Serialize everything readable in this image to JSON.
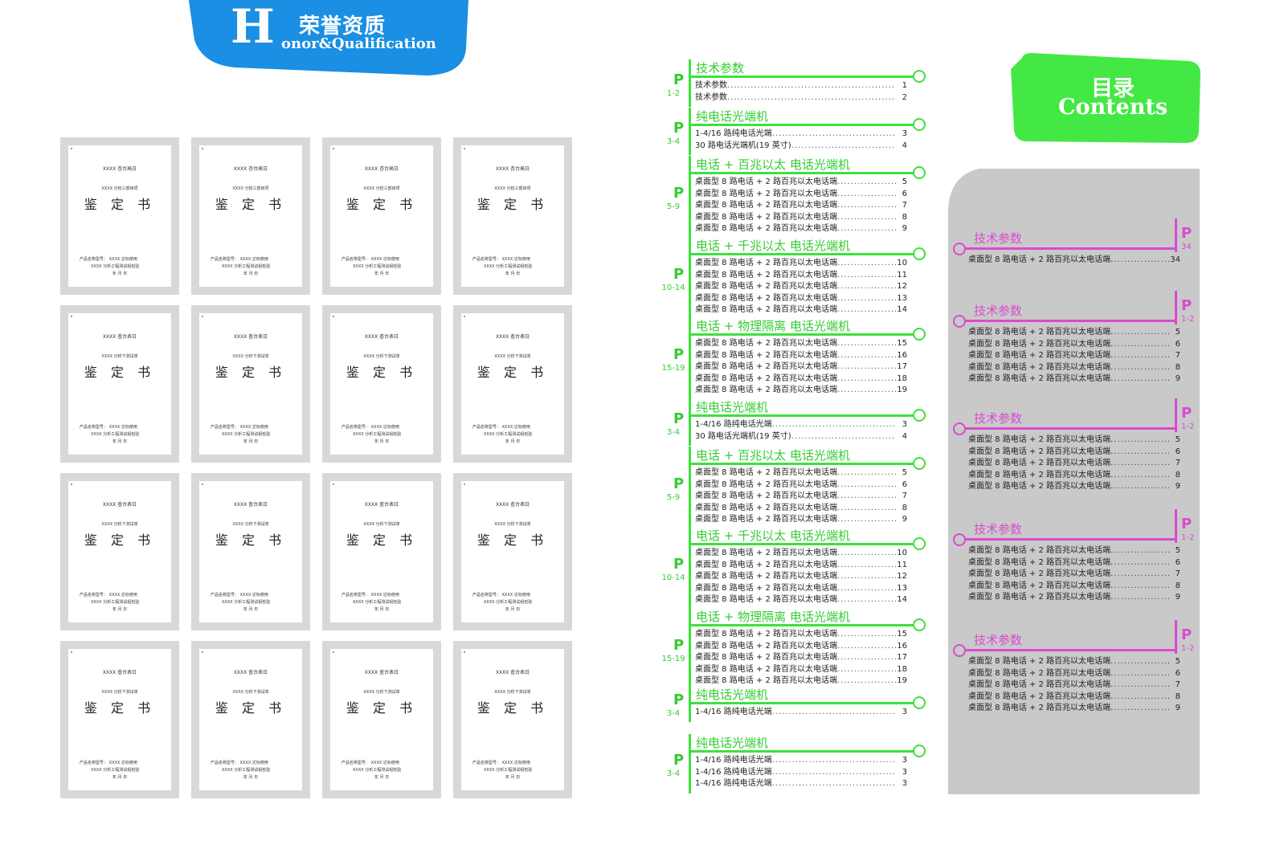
{
  "header": {
    "big_letter": "H",
    "title_cn": "荣誉资质",
    "title_en": "onor&Qualification",
    "banner_color": "#1a8fe3"
  },
  "certificates": {
    "title": "鉴 定 书",
    "rows": [
      {
        "org": "XXXX  杏台高日",
        "sub": "XXXX 分检三部目项",
        "f1": "产品名称型号：      XXXX     达标使用",
        "f2": "XXXX  分析工程测试组检验",
        "f3": "年  月  日"
      },
      {
        "org": "XXXX  查台表日",
        "sub": "XXXX  分析下测试单",
        "f1": "产品名称型号：      XXXX     达标使用",
        "f2": "XXXX  分析工程测试组检验",
        "f3": "年  月  日"
      },
      {
        "org": "XXXX  查台表日",
        "sub": "XXXX  分析下测试单",
        "f1": "产品名称型号：      XXXX     达标使用",
        "f2": "XXXX  分析工程测试组检验",
        "f3": "年  月  日"
      },
      {
        "org": "XXXX  查台表日",
        "sub": "XXXX  分析下测试单",
        "f1": "产品名称型号：      XXXX     达标使用",
        "f2": "XXXX  分析工程测试组检验",
        "f3": "年  月  日"
      }
    ]
  },
  "toc_mid": [
    {
      "title": "技术参数",
      "p": "P",
      "range": "1-2",
      "items": [
        {
          "t": "技术参数",
          "n": "1"
        },
        {
          "t": "技术参数",
          "n": "2"
        }
      ]
    },
    {
      "title": "纯电话光端机",
      "p": "P",
      "range": "3-4",
      "items": [
        {
          "t": "1-4/16 路纯电话光端",
          "n": "3"
        },
        {
          "t": "30 路电话光端机(19 英寸)",
          "n": "4"
        }
      ]
    },
    {
      "title": "电话 + 百兆以太 电话光端机",
      "p": "P",
      "range": "5-9",
      "items": [
        {
          "t": "桌面型 8 路电话 + 2 路百兆以太电话端",
          "n": "5"
        },
        {
          "t": "桌面型 8 路电话 + 2 路百兆以太电话端",
          "n": "6"
        },
        {
          "t": "桌面型 8 路电话 + 2 路百兆以太电话端",
          "n": "7"
        },
        {
          "t": "桌面型 8 路电话 + 2 路百兆以太电话端",
          "n": "8"
        },
        {
          "t": "桌面型 8 路电话 + 2 路百兆以太电话端",
          "n": "9"
        }
      ]
    },
    {
      "title": "电话 + 千兆以太 电话光端机",
      "p": "P",
      "range": "10-14",
      "items": [
        {
          "t": "桌面型 8 路电话 + 2 路百兆以太电话端",
          "n": "10"
        },
        {
          "t": "桌面型 8 路电话 + 2 路百兆以太电话端",
          "n": "11"
        },
        {
          "t": "桌面型 8 路电话 + 2 路百兆以太电话端",
          "n": "12"
        },
        {
          "t": "桌面型 8 路电话 + 2 路百兆以太电话端",
          "n": "13"
        },
        {
          "t": "桌面型 8 路电话 + 2 路百兆以太电话端",
          "n": "14"
        }
      ]
    },
    {
      "title": "电话 + 物理隔离 电话光端机",
      "p": "P",
      "range": "15-19",
      "items": [
        {
          "t": "桌面型 8 路电话 + 2 路百兆以太电话端",
          "n": "15"
        },
        {
          "t": "桌面型 8 路电话 + 2 路百兆以太电话端",
          "n": "16"
        },
        {
          "t": "桌面型 8 路电话 + 2 路百兆以太电话端",
          "n": "17"
        },
        {
          "t": "桌面型 8 路电话 + 2 路百兆以太电话端",
          "n": "18"
        },
        {
          "t": "桌面型 8 路电话 + 2 路百兆以太电话端",
          "n": "19"
        }
      ]
    },
    {
      "title": "纯电话光端机",
      "p": "P",
      "range": "3-4",
      "items": [
        {
          "t": "1-4/16 路纯电话光端",
          "n": "3"
        },
        {
          "t": "30 路电话光端机(19 英寸)",
          "n": "4"
        }
      ]
    },
    {
      "title": "电话 + 百兆以太 电话光端机",
      "p": "P",
      "range": "5-9",
      "items": [
        {
          "t": "桌面型 8 路电话 + 2 路百兆以太电话端",
          "n": "5"
        },
        {
          "t": "桌面型 8 路电话 + 2 路百兆以太电话端",
          "n": "6"
        },
        {
          "t": "桌面型 8 路电话 + 2 路百兆以太电话端",
          "n": "7"
        },
        {
          "t": "桌面型 8 路电话 + 2 路百兆以太电话端",
          "n": "8"
        },
        {
          "t": "桌面型 8 路电话 + 2 路百兆以太电话端",
          "n": "9"
        }
      ]
    },
    {
      "title": "电话 + 千兆以太 电话光端机",
      "p": "P",
      "range": "10-14",
      "items": [
        {
          "t": "桌面型 8 路电话 + 2 路百兆以太电话端",
          "n": "10"
        },
        {
          "t": "桌面型 8 路电话 + 2 路百兆以太电话端",
          "n": "11"
        },
        {
          "t": "桌面型 8 路电话 + 2 路百兆以太电话端",
          "n": "12"
        },
        {
          "t": "桌面型 8 路电话 + 2 路百兆以太电话端",
          "n": "13"
        },
        {
          "t": "桌面型 8 路电话 + 2 路百兆以太电话端",
          "n": "14"
        }
      ]
    },
    {
      "title": "电话 + 物理隔离 电话光端机",
      "p": "P",
      "range": "15-19",
      "items": [
        {
          "t": "桌面型 8 路电话 + 2 路百兆以太电话端",
          "n": "15"
        },
        {
          "t": "桌面型 8 路电话 + 2 路百兆以太电话端",
          "n": "16"
        },
        {
          "t": "桌面型 8 路电话 + 2 路百兆以太电话端",
          "n": "17"
        },
        {
          "t": "桌面型 8 路电话 + 2 路百兆以太电话端",
          "n": "18"
        },
        {
          "t": "桌面型 8 路电话 + 2 路百兆以太电话端",
          "n": "19"
        }
      ]
    },
    {
      "title": "纯电话光端机",
      "p": "P",
      "range": "3-4",
      "items": [
        {
          "t": "1-4/16 路纯电话光端",
          "n": "3"
        }
      ]
    },
    {
      "title": "纯电话光端机",
      "p": "P",
      "range": "3-4",
      "items": [
        {
          "t": "1-4/16 路纯电话光端",
          "n": "3"
        },
        {
          "t": "1-4/16 路纯电话光端",
          "n": "3"
        },
        {
          "t": "1-4/16 路纯电话光端",
          "n": "3"
        }
      ]
    }
  ],
  "contents_tag": {
    "title_cn": "目录",
    "title_en": "Contents",
    "color": "#44e844"
  },
  "toc_right": [
    {
      "title": "技术参数",
      "p": "P",
      "range": "34",
      "items": [
        {
          "t": "桌面型 8 路电话 + 2 路百兆以太电话端",
          "n": "34"
        }
      ]
    },
    {
      "title": "技术参数",
      "p": "P",
      "range": "1-2",
      "items": [
        {
          "t": "桌面型 8 路电话 + 2 路百兆以太电话端",
          "n": "5"
        },
        {
          "t": "桌面型 8 路电话 + 2 路百兆以太电话端",
          "n": "6"
        },
        {
          "t": "桌面型 8 路电话 + 2 路百兆以太电话端",
          "n": "7"
        },
        {
          "t": "桌面型 8 路电话 + 2 路百兆以太电话端",
          "n": "8"
        },
        {
          "t": "桌面型 8 路电话 + 2 路百兆以太电话端",
          "n": "9"
        }
      ]
    },
    {
      "title": "技术参数",
      "p": "P",
      "range": "1-2",
      "items": [
        {
          "t": "桌面型 8 路电话 + 2 路百兆以太电话端",
          "n": "5"
        },
        {
          "t": "桌面型 8 路电话 + 2 路百兆以太电话端",
          "n": "6"
        },
        {
          "t": "桌面型 8 路电话 + 2 路百兆以太电话端",
          "n": "7"
        },
        {
          "t": "桌面型 8 路电话 + 2 路百兆以太电话端",
          "n": "8"
        },
        {
          "t": "桌面型 8 路电话 + 2 路百兆以太电话端",
          "n": "9"
        }
      ]
    },
    {
      "title": "技术参数",
      "p": "P",
      "range": "1-2",
      "items": [
        {
          "t": "桌面型 8 路电话 + 2 路百兆以太电话端",
          "n": "5"
        },
        {
          "t": "桌面型 8 路电话 + 2 路百兆以太电话端",
          "n": "6"
        },
        {
          "t": "桌面型 8 路电话 + 2 路百兆以太电话端",
          "n": "7"
        },
        {
          "t": "桌面型 8 路电话 + 2 路百兆以太电话端",
          "n": "8"
        },
        {
          "t": "桌面型 8 路电话 + 2 路百兆以太电话端",
          "n": "9"
        }
      ]
    },
    {
      "title": "技术参数",
      "p": "P",
      "range": "1-2",
      "items": [
        {
          "t": "桌面型 8 路电话 + 2 路百兆以太电话端",
          "n": "5"
        },
        {
          "t": "桌面型 8 路电话 + 2 路百兆以太电话端",
          "n": "6"
        },
        {
          "t": "桌面型 8 路电话 + 2 路百兆以太电话端",
          "n": "7"
        },
        {
          "t": "桌面型 8 路电话 + 2 路百兆以太电话端",
          "n": "8"
        },
        {
          "t": "桌面型 8 路电话 + 2 路百兆以太电话端",
          "n": "9"
        }
      ]
    }
  ]
}
